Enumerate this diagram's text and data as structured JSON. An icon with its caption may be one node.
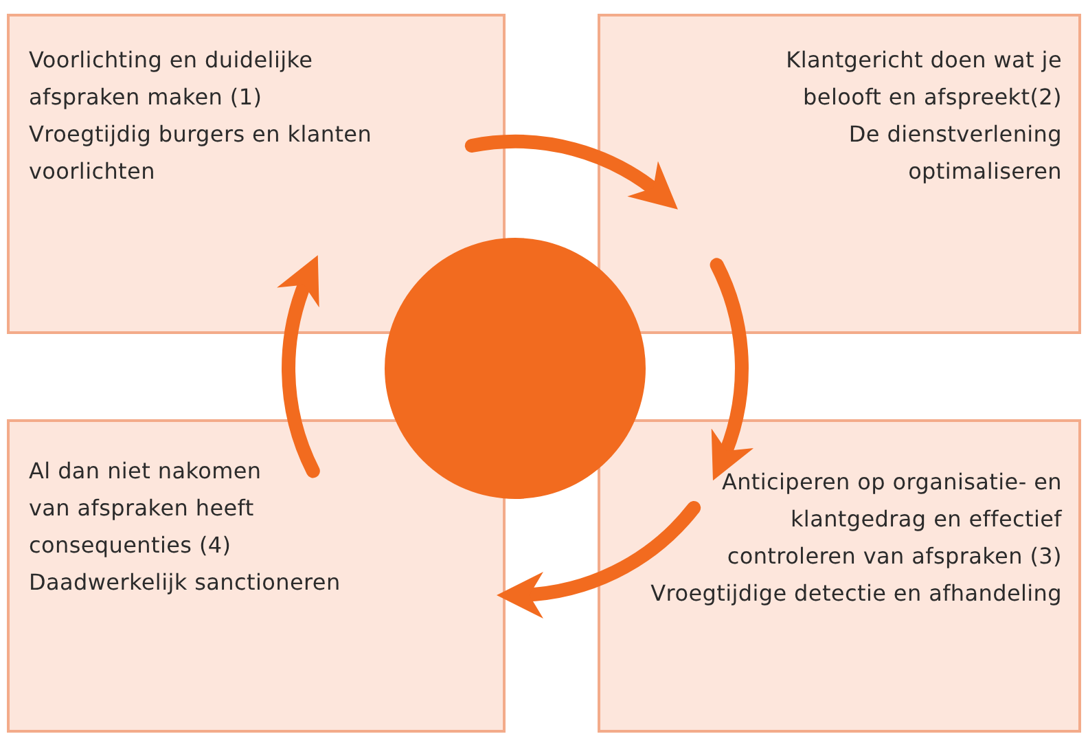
{
  "diagram": {
    "nodes": [
      {
        "text": [
          "Voorlichting en duidelijke afspraken maken (1)",
          "Vroegtijdig burgers en klanten voorlichten"
        ]
      },
      {
        "text": [
          "Klantgericht doen wat je belooft en afspreekt(2)",
          "De dienstverlening optimaliseren"
        ]
      },
      {
        "text": [],
        "shape": "circle"
      },
      {
        "text": [
          "Al dan niet nakomen van afspraken heeft consequenties (4)",
          "Daadwerkelijk sanctioneren"
        ]
      },
      {
        "text": [
          "Anticiperen op organisatie- en klantgedrag en effectief controleren van afspraken (3)",
          "Vroegtijdige detectie en afhandeling"
        ]
      }
    ],
    "edges": [
      {
        "from": 0,
        "to": 1,
        "arrow": "to"
      },
      {
        "from": 1,
        "to": 4,
        "arrow": "to"
      },
      {
        "from": 4,
        "to": 3,
        "arrow": "to"
      },
      {
        "from": 3,
        "to": 0,
        "arrow": "to"
      }
    ]
  }
}
